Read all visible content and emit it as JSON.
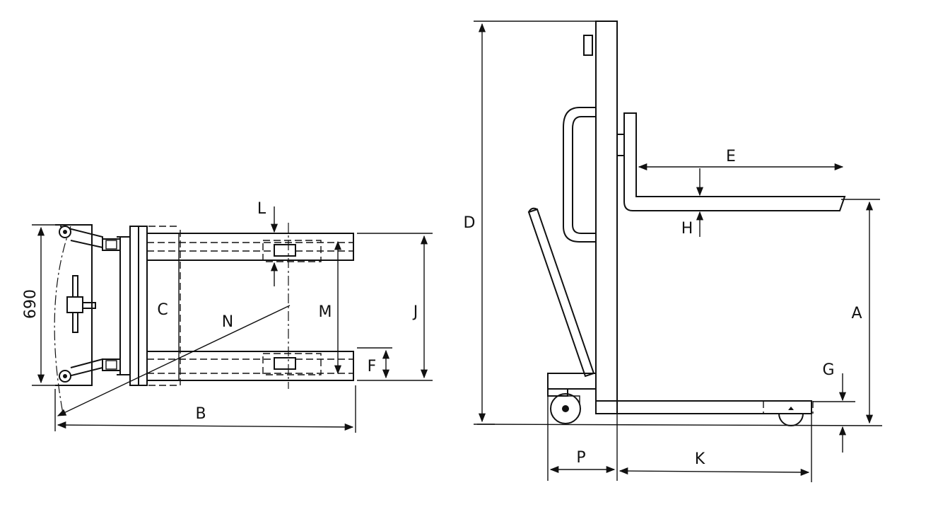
{
  "top_view": {
    "width_value": "690",
    "labels": {
      "B": "B",
      "C": "C",
      "F": "F",
      "J": "J",
      "L": "L",
      "M": "M",
      "N": "N"
    }
  },
  "side_view": {
    "labels": {
      "A": "A",
      "D": "D",
      "E": "E",
      "G": "G",
      "H": "H",
      "K": "K",
      "P": "P"
    }
  }
}
